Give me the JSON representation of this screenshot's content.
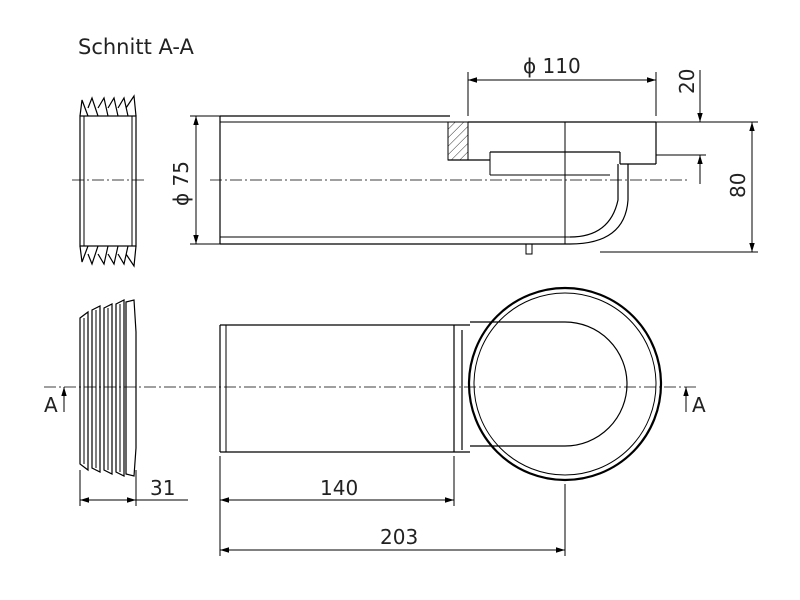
{
  "title": "Schnitt A-A",
  "dimensions": {
    "d110": "ϕ 110",
    "d75": "ϕ 75",
    "h20": "20",
    "h80": "80",
    "w31": "31",
    "w140": "140",
    "w203": "203"
  },
  "section_marks": {
    "left": "A",
    "right": "A"
  }
}
